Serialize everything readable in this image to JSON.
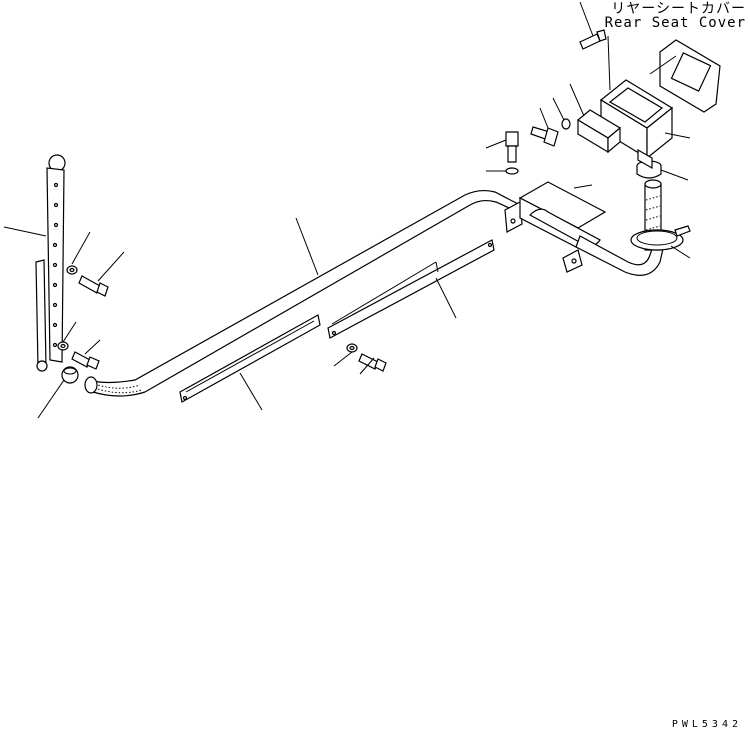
{
  "labels": {
    "part_name_jp": "リヤーシートカバー",
    "part_name_en": "Rear Seat Cover",
    "drawing_code": "PWL5342"
  },
  "colors": {
    "line": "#000000",
    "background": "#ffffff"
  }
}
